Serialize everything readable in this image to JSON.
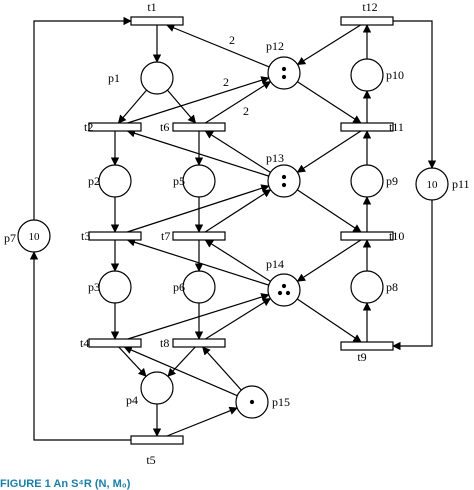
{
  "colors": {
    "ink": "#000000",
    "caption": "#1a7fa8"
  },
  "caption": "FIGURE 1   An S⁴R (N, M₀)",
  "places": [
    {
      "id": "p1",
      "label": "p1",
      "tokens": 0
    },
    {
      "id": "p2",
      "label": "p2",
      "tokens": 0
    },
    {
      "id": "p3",
      "label": "p3",
      "tokens": 0
    },
    {
      "id": "p4",
      "label": "p4",
      "tokens": 0
    },
    {
      "id": "p5",
      "label": "p5",
      "tokens": 0
    },
    {
      "id": "p6",
      "label": "p6",
      "tokens": 0
    },
    {
      "id": "p7",
      "label": "p7",
      "tokens": 10
    },
    {
      "id": "p8",
      "label": "p8",
      "tokens": 0
    },
    {
      "id": "p9",
      "label": "p9",
      "tokens": 0
    },
    {
      "id": "p10",
      "label": "p10",
      "tokens": 0
    },
    {
      "id": "p11",
      "label": "p11",
      "tokens": 10
    },
    {
      "id": "p12",
      "label": "p12",
      "tokens": 2
    },
    {
      "id": "p13",
      "label": "p13",
      "tokens": 2
    },
    {
      "id": "p14",
      "label": "p14",
      "tokens": 3
    },
    {
      "id": "p15",
      "label": "p15",
      "tokens": 1
    }
  ],
  "transitions": [
    {
      "id": "t1",
      "label": "t1"
    },
    {
      "id": "t2",
      "label": "t2"
    },
    {
      "id": "t3",
      "label": "t3"
    },
    {
      "id": "t4",
      "label": "t4"
    },
    {
      "id": "t5",
      "label": "t5"
    },
    {
      "id": "t6",
      "label": "t6"
    },
    {
      "id": "t7",
      "label": "t7"
    },
    {
      "id": "t8",
      "label": "t8"
    },
    {
      "id": "t9",
      "label": "t9"
    },
    {
      "id": "t10",
      "label": "t10"
    },
    {
      "id": "t11",
      "label": "t11"
    },
    {
      "id": "t12",
      "label": "t12"
    }
  ],
  "arcs": [
    {
      "from": "t1",
      "to": "p1",
      "weight": ""
    },
    {
      "from": "p1",
      "to": "t2",
      "weight": ""
    },
    {
      "from": "p1",
      "to": "t6",
      "weight": ""
    },
    {
      "from": "t2",
      "to": "p2",
      "weight": ""
    },
    {
      "from": "p2",
      "to": "t3",
      "weight": ""
    },
    {
      "from": "t3",
      "to": "p3",
      "weight": ""
    },
    {
      "from": "p3",
      "to": "t4",
      "weight": ""
    },
    {
      "from": "t4",
      "to": "p4",
      "weight": ""
    },
    {
      "from": "t6",
      "to": "p5",
      "weight": ""
    },
    {
      "from": "p5",
      "to": "t7",
      "weight": ""
    },
    {
      "from": "t7",
      "to": "p6",
      "weight": ""
    },
    {
      "from": "p6",
      "to": "t8",
      "weight": ""
    },
    {
      "from": "t8",
      "to": "p4",
      "weight": ""
    },
    {
      "from": "p4",
      "to": "t5",
      "weight": ""
    },
    {
      "from": "t5",
      "to": "p7",
      "weight": ""
    },
    {
      "from": "p7",
      "to": "t1",
      "weight": ""
    },
    {
      "from": "t5",
      "to": "p15",
      "weight": ""
    },
    {
      "from": "p15",
      "to": "t4",
      "weight": ""
    },
    {
      "from": "p15",
      "to": "t8",
      "weight": ""
    },
    {
      "from": "p12",
      "to": "t1",
      "weight": "2"
    },
    {
      "from": "t2",
      "to": "p12",
      "weight": "2"
    },
    {
      "from": "t6",
      "to": "p12",
      "weight": "2"
    },
    {
      "from": "p12",
      "to": "t11",
      "weight": ""
    },
    {
      "from": "t12",
      "to": "p12",
      "weight": ""
    },
    {
      "from": "p13",
      "to": "t2",
      "weight": ""
    },
    {
      "from": "p13",
      "to": "t6",
      "weight": ""
    },
    {
      "from": "t3",
      "to": "p13",
      "weight": ""
    },
    {
      "from": "t7",
      "to": "p13",
      "weight": ""
    },
    {
      "from": "p13",
      "to": "t10",
      "weight": ""
    },
    {
      "from": "t11",
      "to": "p13",
      "weight": ""
    },
    {
      "from": "p14",
      "to": "t3",
      "weight": ""
    },
    {
      "from": "p14",
      "to": "t7",
      "weight": ""
    },
    {
      "from": "t4",
      "to": "p14",
      "weight": ""
    },
    {
      "from": "t8",
      "to": "p14",
      "weight": ""
    },
    {
      "from": "p14",
      "to": "t9",
      "weight": ""
    },
    {
      "from": "t10",
      "to": "p14",
      "weight": ""
    },
    {
      "from": "t9",
      "to": "p8",
      "weight": ""
    },
    {
      "from": "p8",
      "to": "t10",
      "weight": ""
    },
    {
      "from": "t10",
      "to": "p9",
      "weight": ""
    },
    {
      "from": "p9",
      "to": "t11",
      "weight": ""
    },
    {
      "from": "t11",
      "to": "p10",
      "weight": ""
    },
    {
      "from": "p10",
      "to": "t12",
      "weight": ""
    },
    {
      "from": "t12",
      "to": "p11",
      "weight": ""
    },
    {
      "from": "p11",
      "to": "t9",
      "weight": ""
    }
  ]
}
